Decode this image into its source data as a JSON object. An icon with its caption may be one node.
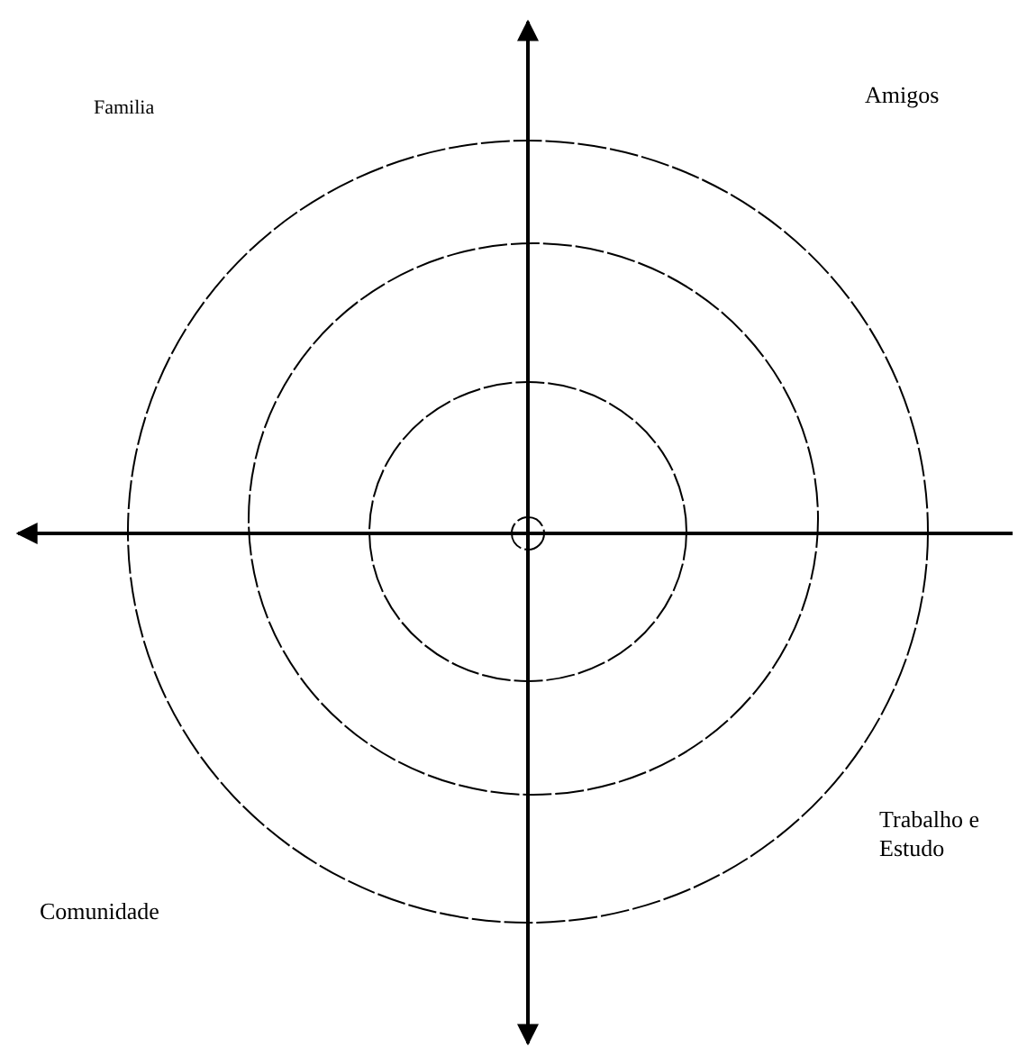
{
  "diagram": {
    "labels": [
      "Familia",
      "Amigos",
      "Comunidade",
      "Trabalho e Estudo"
    ]
  }
}
